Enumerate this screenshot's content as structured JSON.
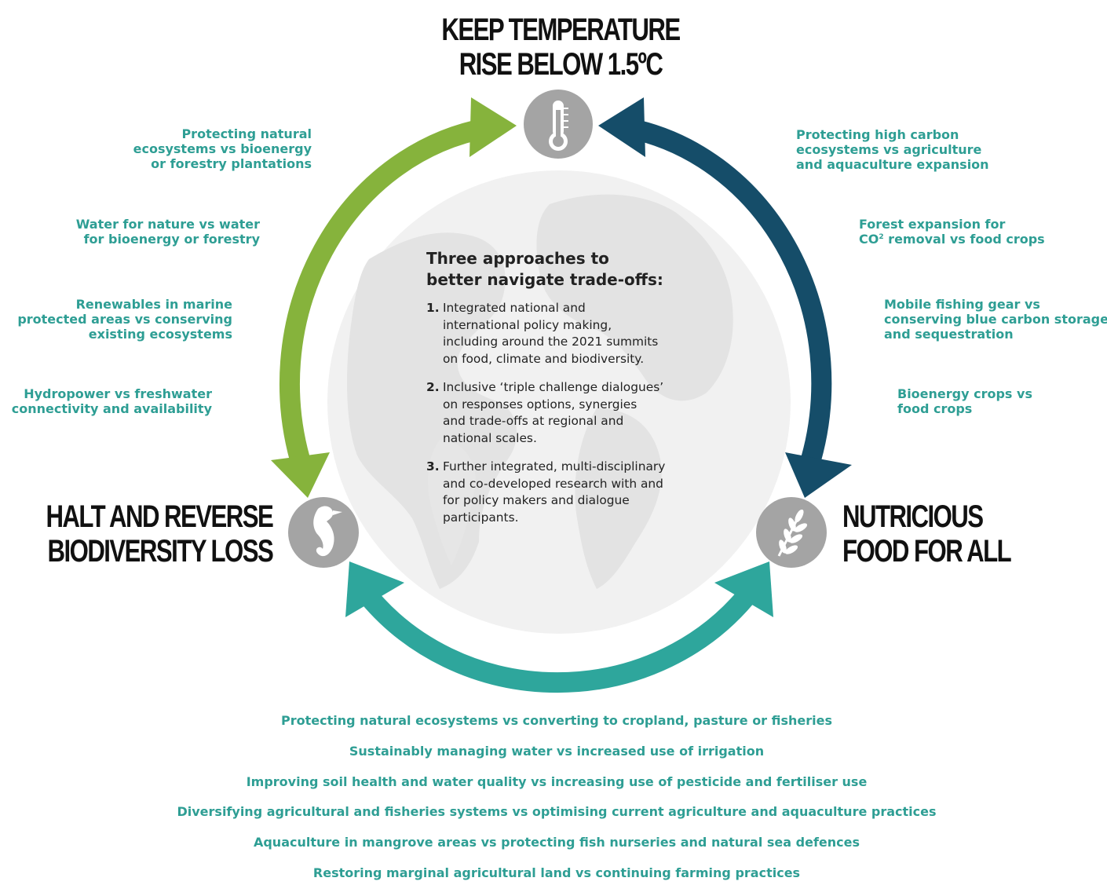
{
  "goals": {
    "top": {
      "line1": "KEEP TEMPERATURE",
      "line2": "RISE BELOW 1.5ºC",
      "icon": "thermometer-icon"
    },
    "left": {
      "line1": "HALT AND REVERSE",
      "line2": "BIODIVERSITY LOSS",
      "icon": "seahorse-icon"
    },
    "right": {
      "line1": "NUTRICIOUS",
      "line2": "FOOD FOR ALL",
      "icon": "wheat-icon"
    }
  },
  "colors": {
    "green_arrow": "#86b33c",
    "navy_arrow": "#154d69",
    "teal_arrow": "#2ea69c",
    "tradeoff_text": "#2e9e94",
    "icon_circle": "#a4a4a4",
    "globe": "#ececec"
  },
  "left_tradeoffs": [
    {
      "lines": [
        "Protecting natural",
        "ecosystems vs bioenergy",
        "or forestry plantations"
      ]
    },
    {
      "lines": [
        "Water for nature vs water",
        "for bioenergy or forestry"
      ]
    },
    {
      "lines": [
        "Renewables in marine",
        "protected areas vs conserving",
        "existing ecosystems"
      ]
    },
    {
      "lines": [
        "Hydropower vs freshwater",
        "connectivity and availability"
      ]
    }
  ],
  "right_tradeoffs": [
    {
      "lines": [
        "Protecting high carbon",
        "ecosystems vs agriculture",
        "and aquaculture expansion"
      ]
    },
    {
      "line1": "Forest expansion for",
      "line2_a": "CO",
      "line2_sup": "2",
      "line2_b": " removal vs food crops"
    },
    {
      "lines": [
        "Mobile fishing gear vs",
        "conserving blue carbon storage",
        "and sequestration"
      ]
    },
    {
      "lines": [
        "Bioenergy crops vs",
        "food crops"
      ]
    }
  ],
  "center": {
    "title_lines": [
      "Three approaches to",
      "better navigate trade-offs:"
    ],
    "approaches": [
      {
        "number": "1.",
        "lines": [
          "Integrated national and",
          "international policy making,",
          "including around the 2021 summits",
          "on food, climate and biodiversity."
        ]
      },
      {
        "number": "2.",
        "lines": [
          "Inclusive ‘triple challenge dialogues’",
          "on responses options, synergies",
          "and trade-offs at regional and",
          "national scales."
        ]
      },
      {
        "number": "3.",
        "lines": [
          "Further integrated, multi-disciplinary",
          "and co-developed research with and",
          "for policy makers and dialogue",
          "participants."
        ]
      }
    ]
  },
  "bottom_tradeoffs": [
    "Protecting natural ecosystems vs converting to cropland, pasture or fisheries",
    "Sustainably managing water vs increased use of irrigation",
    "Improving soil health and water quality vs increasing use of pesticide and fertiliser use",
    "Diversifying agricultural and fisheries systems vs optimising current agriculture and aquaculture practices",
    "Aquaculture in mangrove areas vs protecting fish nurseries and natural sea defences",
    "Restoring marginal agricultural land vs continuing farming practices"
  ]
}
